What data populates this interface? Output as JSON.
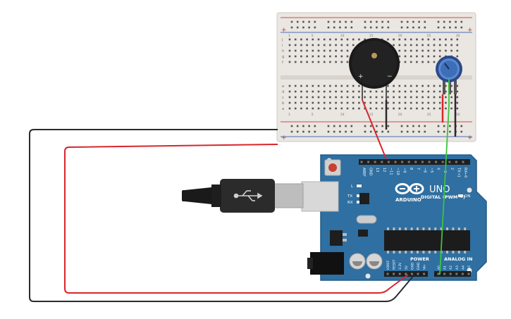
{
  "breadboard": {
    "plus": "+",
    "minus": "−",
    "row_letters_top": [
      "j",
      "i",
      "h",
      "g",
      "f"
    ],
    "row_letters_bottom": [
      "e",
      "d",
      "c",
      "b",
      "a"
    ],
    "column_numbers": [
      "1",
      "5",
      "10",
      "15",
      "20",
      "25",
      "30"
    ]
  },
  "buzzer": {
    "plus": "+",
    "minus": "−"
  },
  "arduino": {
    "logo": "ARDUINO",
    "model": "UNO",
    "digital_label": "DIGITAL (PWM ~)",
    "power_label": "POWER",
    "analog_label": "ANALOG IN",
    "led_l": "L",
    "led_tx": "TX",
    "led_rx": "RX",
    "led_on": "ON",
    "top_pins": [
      "AREF",
      "GND",
      "13",
      "12",
      "~11",
      "~10",
      "~9",
      "8",
      "7",
      "~6",
      "~5",
      "4",
      "~3",
      "2",
      "TX→1",
      "RX←0"
    ],
    "power_pins": [
      "IOREF",
      "RESET",
      "3.3V",
      "5V",
      "GND",
      "GND",
      "Vin"
    ],
    "analog_pins": [
      "A0",
      "A1",
      "A2",
      "A3",
      "A4",
      "A5"
    ]
  },
  "colors": {
    "board": "#2f6fa1",
    "board_edge": "#255c88",
    "wire_red": "#d8262b",
    "wire_black": "#2a2a2a",
    "wire_green": "#3cc43c",
    "breadboard": "#eae6e1",
    "rail_red": "#d24a4a",
    "rail_blue": "#4a6fb0"
  }
}
